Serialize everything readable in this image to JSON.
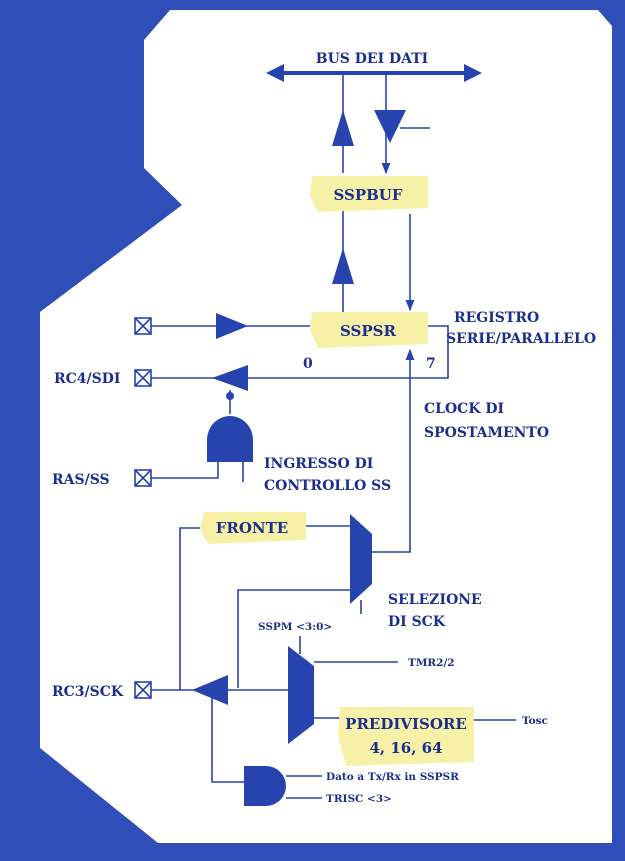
{
  "colors": {
    "frame": "#2f4eb8",
    "paper": "#ffffff",
    "ink": "#1b2e8c",
    "block": "#f7f1a8"
  },
  "bus": {
    "label": "BUS DEI DATI"
  },
  "registers": {
    "buffer": "SSPBUF",
    "shift": "SSPSR",
    "shift_desc_line1": "REGISTRO",
    "shift_desc_line2": "SERIE/PARALLELO",
    "bit_low": "0",
    "bit_high": "7"
  },
  "clock": {
    "line1": "CLOCK DI",
    "line2": "SPOSTAMENTO"
  },
  "pins": {
    "sdi": "RC4/SDI",
    "ss": "RAS/SS",
    "sck": "RC3/SCK"
  },
  "ss_control": {
    "line1": "INGRESSO DI",
    "line2": "CONTROLLO SS"
  },
  "edge_block": "FRONTE",
  "sck_select": {
    "line1": "SELEZIONE",
    "line2": "DI SCK"
  },
  "mode_bits": "SSPM <3:0>",
  "timer_input": "TMR2/2",
  "prescaler": {
    "line1": "PREDIVISORE",
    "line2": "4, 16, 64"
  },
  "osc_input": "Tosc",
  "and_inputs": {
    "data": "Dato a Tx/Rx  in SSPSR",
    "tris": "TRISC <3>"
  }
}
